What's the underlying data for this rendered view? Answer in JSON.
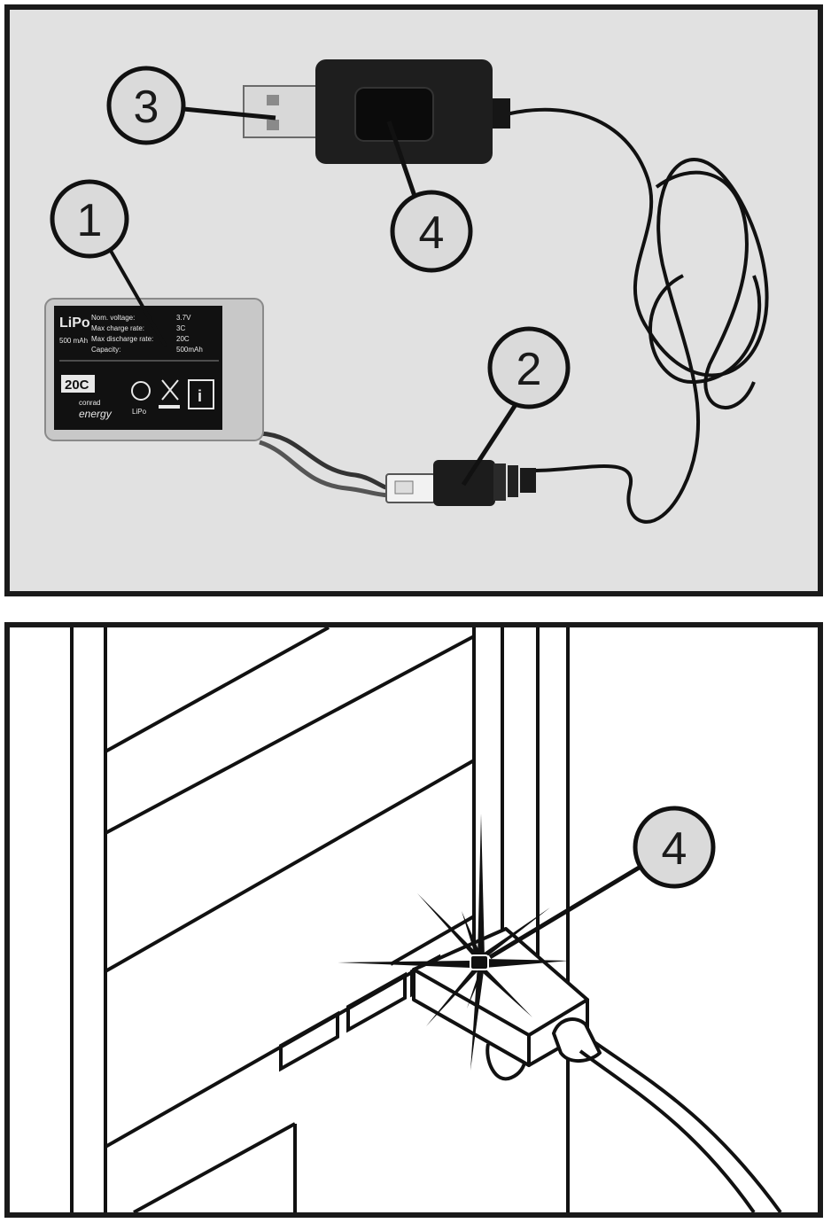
{
  "callouts": {
    "battery": "1",
    "connector": "2",
    "usb_plug": "3",
    "led": "4"
  },
  "battery_label": {
    "brand": "conrad",
    "product_line": "energy",
    "chemistry": "LiPo",
    "capacity_side": "500 mAh",
    "rating_badge": "20C",
    "recycle_mark": "LiPo",
    "specs": [
      {
        "name": "Nom. voltage:",
        "value": "3.7V"
      },
      {
        "name": "Max charge rate:",
        "value": "3C"
      },
      {
        "name": "Max discharge rate:",
        "value": "20C"
      },
      {
        "name": "Capacity:",
        "value": "500mAh"
      }
    ]
  },
  "colors": {
    "photo_background": "#e1e1e1",
    "frame": "#1a1a1a",
    "callout_fill": "#dadada"
  }
}
